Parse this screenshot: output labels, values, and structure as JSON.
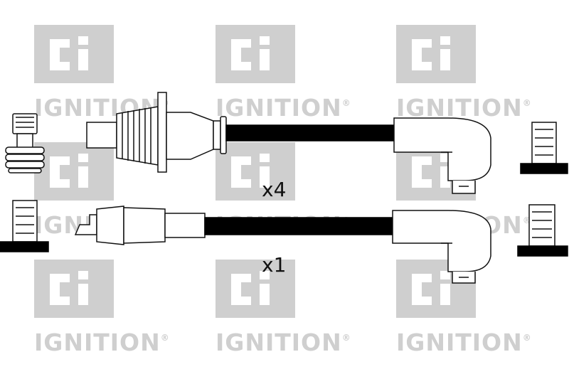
{
  "watermark": {
    "brand_mark": "CI",
    "label": "IGNITION",
    "registered": "®",
    "color": "#cfcfcf"
  },
  "parts": {
    "lead_set_a": {
      "quantity_label": "x4"
    },
    "lead_set_b": {
      "quantity_label": "x1"
    }
  },
  "colors": {
    "cable": "#000000",
    "outline": "#111111"
  }
}
